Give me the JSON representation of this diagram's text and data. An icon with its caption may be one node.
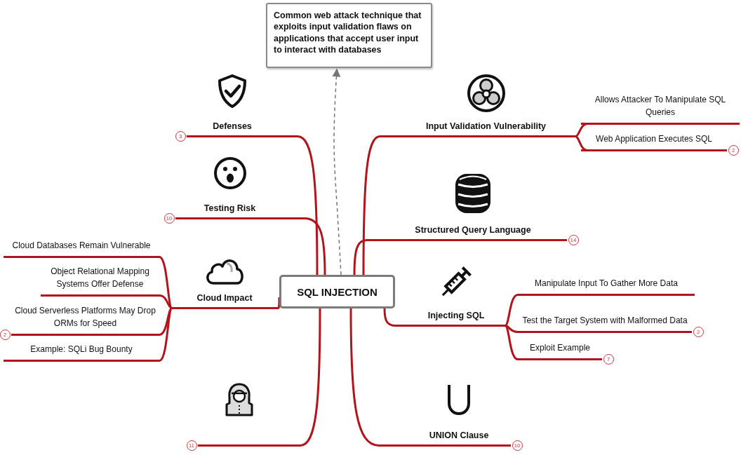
{
  "diagram": {
    "nodes": [
      {
        "text": [
          "SQL INJECTION"
        ]
      },
      {
        "text": [
          "Common web attack technique that exploits input validation flaws on applications that accept user input to interact with databases"
        ]
      },
      {
        "text": [
          "Defenses"
        ],
        "beside": [
          "3"
        ]
      },
      {
        "text": [
          "Input Validation Vulnerability"
        ]
      },
      {
        "text": [
          "Allows Attacker To Manipulate SQL Queries"
        ]
      },
      {
        "text": [
          "Web Application Executes SQL"
        ],
        "beside": [
          "2"
        ]
      },
      {
        "text": [
          "Testing Risk"
        ],
        "beside": [
          "10"
        ]
      },
      {
        "text": [
          "Structured Query Language"
        ],
        "beside": [
          "14"
        ]
      },
      {
        "text": [
          "Cloud Impact"
        ]
      },
      {
        "text": [
          "Cloud Databases Remain Vulnerable"
        ]
      },
      {
        "text": [
          "Object Relational Mapping Systems Offer Defense"
        ]
      },
      {
        "text": [
          "Cloud Serverless Platforms May Drop ORMs for Speed"
        ],
        "beside": [
          "2"
        ]
      },
      {
        "text": [
          "Example: SQLi Bug Bounty"
        ]
      },
      {
        "text": [
          "Injecting SQL"
        ]
      },
      {
        "text": [
          "Manipulate Input To Gather More Data"
        ]
      },
      {
        "text": [
          "Test the Target System with Malformed Data"
        ],
        "beside": [
          "2"
        ]
      },
      {
        "text": [
          "Exploit Example"
        ],
        "beside": [
          "7"
        ]
      },
      {
        "text": [],
        "shape": "person",
        "beside": [
          "11"
        ]
      },
      {
        "text": [
          "UNION Clause"
        ],
        "beside": [
          "10"
        ]
      }
    ],
    "edges": [
      {
        "from": 0,
        "to": 1,
        "arrow": "to",
        "style": "dashed",
        "color": "#777777"
      },
      {
        "from": 0,
        "to": 2,
        "arrow": "none"
      },
      {
        "from": 0,
        "to": 3,
        "arrow": "none"
      },
      {
        "from": 3,
        "to": 4,
        "arrow": "none"
      },
      {
        "from": 3,
        "to": 5,
        "arrow": "none"
      },
      {
        "from": 0,
        "to": 6,
        "arrow": "none"
      },
      {
        "from": 0,
        "to": 7,
        "arrow": "none"
      },
      {
        "from": 0,
        "to": 8,
        "arrow": "none"
      },
      {
        "from": 8,
        "to": 9,
        "arrow": "none"
      },
      {
        "from": 8,
        "to": 10,
        "arrow": "none"
      },
      {
        "from": 8,
        "to": 11,
        "arrow": "none"
      },
      {
        "from": 8,
        "to": 12,
        "arrow": "none"
      },
      {
        "from": 0,
        "to": 13,
        "arrow": "none"
      },
      {
        "from": 13,
        "to": 14,
        "arrow": "none"
      },
      {
        "from": 13,
        "to": 15,
        "arrow": "none"
      },
      {
        "from": 13,
        "to": 16,
        "arrow": "none"
      },
      {
        "from": 0,
        "to": 17,
        "arrow": "none"
      },
      {
        "from": 0,
        "to": 18,
        "arrow": "none"
      }
    ]
  }
}
